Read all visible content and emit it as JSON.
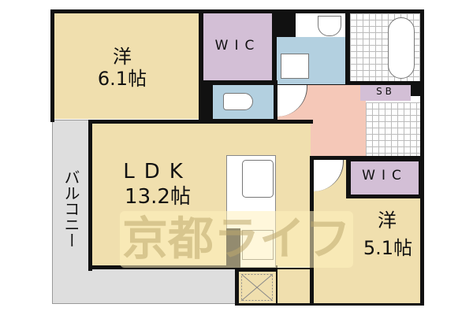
{
  "rooms": {
    "western_room_1": {
      "type": "洋",
      "size": "6.1帖"
    },
    "wic_1": {
      "label": "WIC"
    },
    "ldk": {
      "type": "LDK",
      "size": "13.2帖"
    },
    "balcony": {
      "label": "バルコニー"
    },
    "shoe_box": {
      "label": "SB"
    },
    "wic_2": {
      "label": "WIC"
    },
    "western_room_2": {
      "type": "洋",
      "size": "5.1帖"
    }
  },
  "watermark": "京都ライフ",
  "colors": {
    "western_room": "#f0dfae",
    "wic": "#d3bfd6",
    "wet_area": "#b3d0e0",
    "entrance_hall": "#f5c8b8",
    "balcony": "#dedede",
    "wall": "#111111"
  }
}
